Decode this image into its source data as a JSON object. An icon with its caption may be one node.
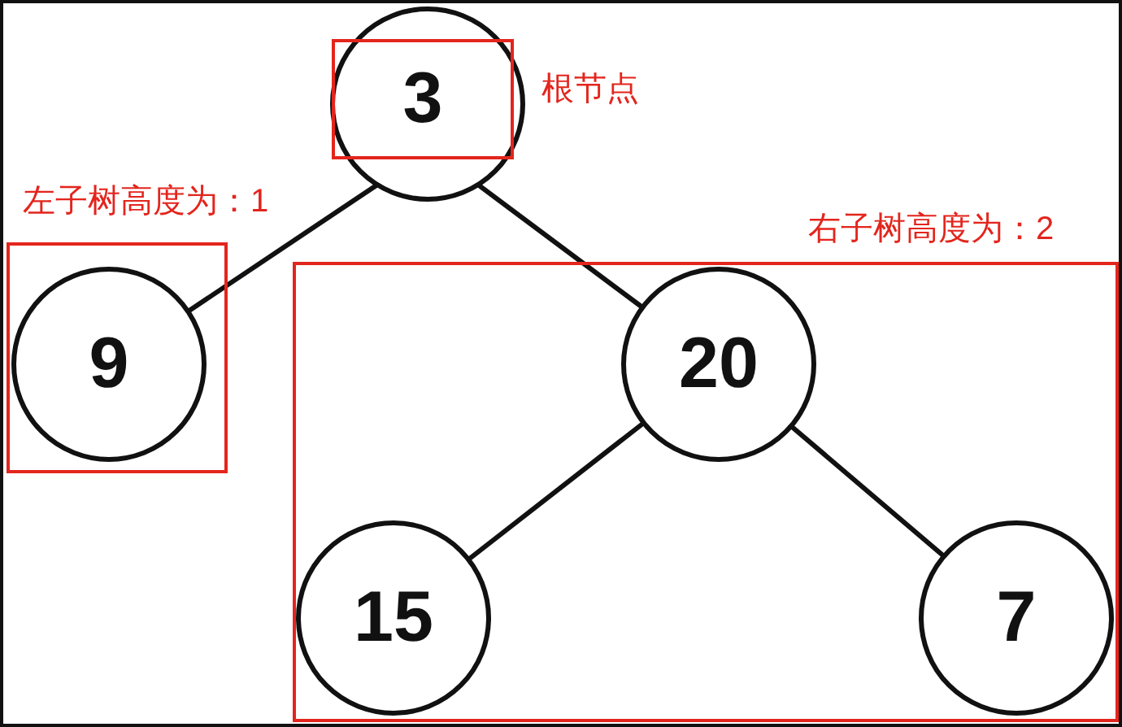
{
  "diagram": {
    "nodes": [
      {
        "text": [],
        "shape": "circle"
      },
      {
        "text": [
          "3",
          "根节点"
        ],
        "in": 0
      },
      {
        "text": [
          "左子树高度为：1"
        ]
      },
      {
        "text": [
          "9"
        ],
        "in": 2
      },
      {
        "text": [
          "右子树高度为：2"
        ]
      },
      {
        "text": [
          "20"
        ],
        "in": 4
      },
      {
        "text": [
          "15"
        ],
        "in": 4
      },
      {
        "text": [
          "7"
        ],
        "in": 4
      }
    ],
    "edges": [
      {
        "from": 0,
        "to": 3,
        "arrow": "none"
      },
      {
        "from": 0,
        "to": 5,
        "arrow": "none"
      },
      {
        "from": 5,
        "to": 6,
        "arrow": "none"
      },
      {
        "from": 5,
        "to": 7,
        "arrow": "none"
      }
    ]
  }
}
